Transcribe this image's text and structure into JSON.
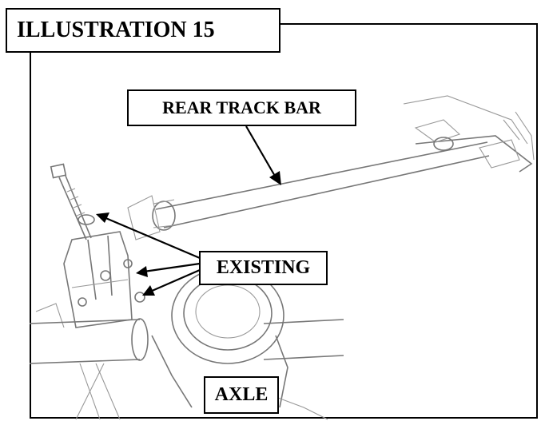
{
  "illustration": {
    "title": "ILLUSTRATION 15",
    "callouts": {
      "rear_track_bar": "REAR TRACK BAR",
      "existing": "EXISTING",
      "axle": "AXLE"
    }
  },
  "colors": {
    "border": "#000000",
    "line_art": "#777777",
    "background": "#ffffff"
  }
}
